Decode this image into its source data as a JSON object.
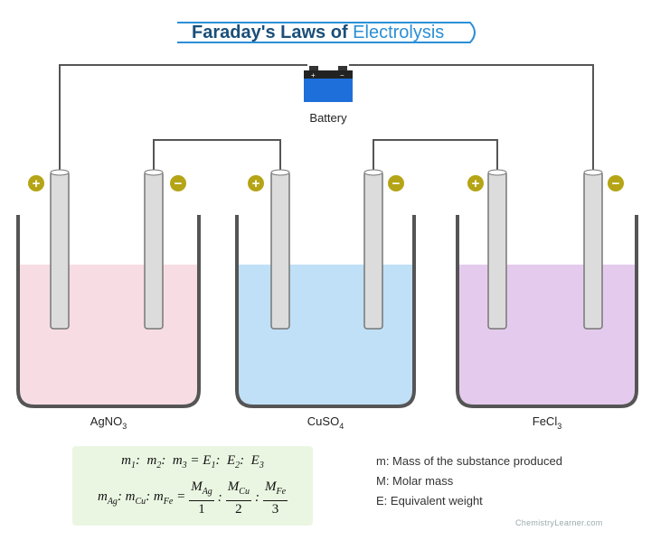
{
  "title": {
    "part1": "Faraday's Laws of ",
    "part2": "Electrolysis"
  },
  "battery": {
    "label": "Battery",
    "plus": "+",
    "minus": "−"
  },
  "cells": [
    {
      "solution": "AgNO",
      "sub": "3",
      "color": "#f7dde3",
      "anode_sign": "+",
      "cathode_sign": "−"
    },
    {
      "solution": "CuSO",
      "sub": "4",
      "color": "#bfe0f7",
      "anode_sign": "+",
      "cathode_sign": "−"
    },
    {
      "solution": "FeCl",
      "sub": "3",
      "color": "#e4cbee",
      "anode_sign": "+",
      "cathode_sign": "−"
    }
  ],
  "formula": {
    "row1": {
      "m1": "1",
      "m2": "2",
      "m3": "3",
      "e1": "1",
      "e2": "2",
      "e3": "3"
    },
    "row2": {
      "ag": "Ag",
      "cu": "Cu",
      "fe": "Fe",
      "d1": "1",
      "d2": "2",
      "d3": "3"
    }
  },
  "legend": [
    "m: Mass of the substance produced",
    "M: Molar mass",
    "E: Equivalent weight"
  ],
  "credit": "ChemistryLearner.com",
  "colors": {
    "title_dark": "#1a4f7a",
    "title_accent": "#2b8fd6",
    "wire": "#555555",
    "electrode": "#dcdcdc",
    "beaker": "#555555",
    "terminal_circle": "#b5a416",
    "battery": "#1e6fd9"
  }
}
